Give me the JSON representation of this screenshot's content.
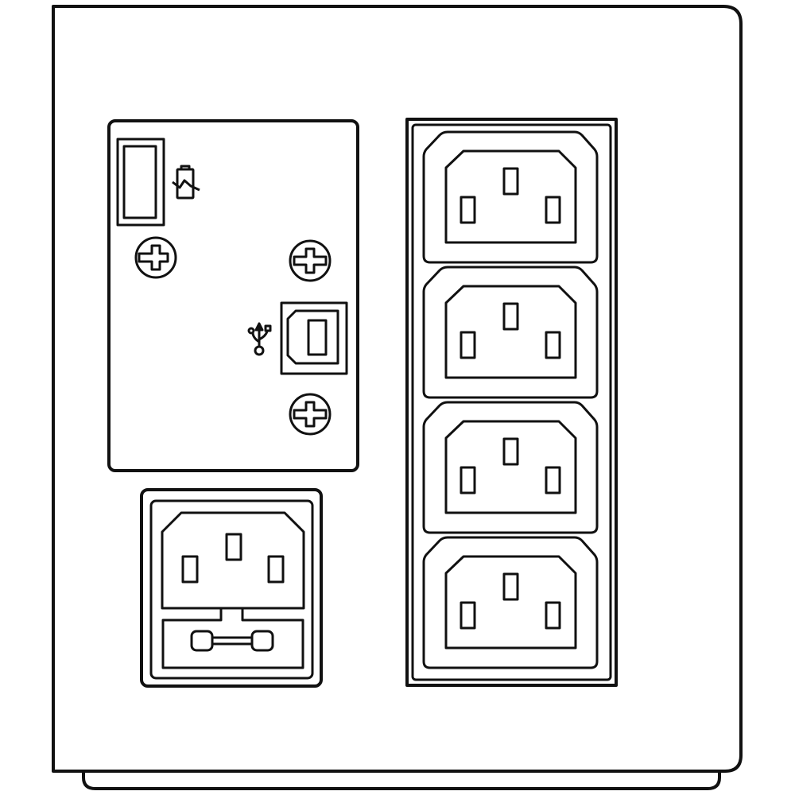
{
  "device": "ups-rear-panel",
  "colors": {
    "line": "#111111",
    "background": "#ffffff"
  },
  "icons": {
    "battery": "battery-charging-icon",
    "usb": "usb-icon",
    "screw": "phillips-screw-icon",
    "fuse": "fuse-icon"
  },
  "outlets": {
    "count": 4,
    "type": "IEC C13"
  },
  "input": {
    "type": "IEC C14 with fuse"
  }
}
